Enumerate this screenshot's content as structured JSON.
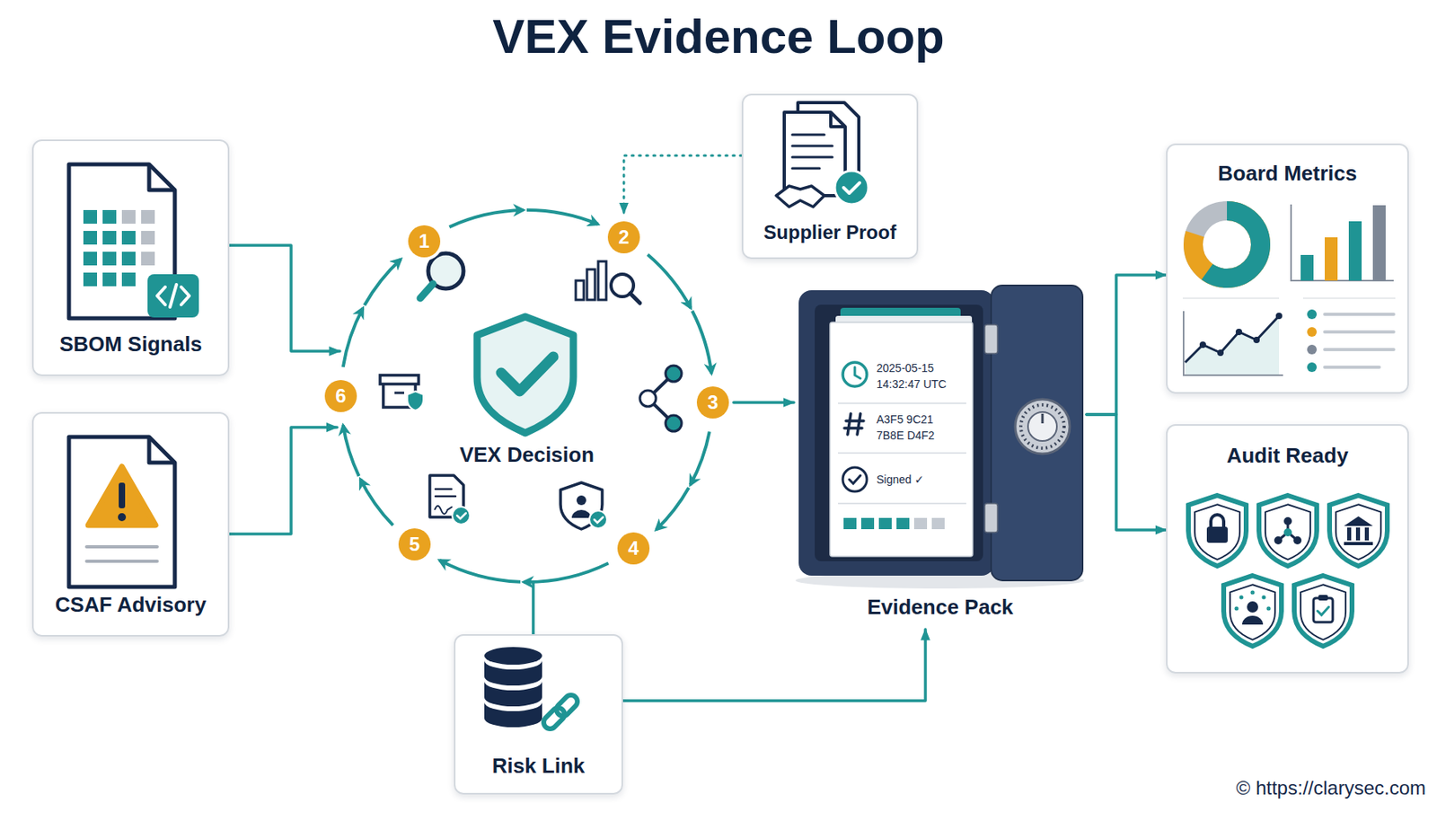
{
  "diagram": {
    "title": "VEX Evidence Loop",
    "nodes": [
      {
        "text": [
          "SBOM Signals"
        ]
      },
      {
        "text": [
          "CSAF Advisory"
        ]
      },
      {
        "text": [
          "VEX Decision"
        ]
      },
      {
        "text": [
          "Supplier Proof"
        ]
      },
      {
        "text": [
          "Risk Link"
        ]
      },
      {
        "text": [
          "Evidence Pack"
        ]
      },
      {
        "text": [
          "Board Metrics"
        ]
      },
      {
        "text": [
          "Audit Ready"
        ]
      }
    ],
    "edges": [
      {
        "from": 0,
        "to": 2,
        "arrow": "to"
      },
      {
        "from": 1,
        "to": 2,
        "arrow": "to"
      },
      {
        "from": 3,
        "to": 2,
        "arrow": "to"
      },
      {
        "from": 2,
        "to": 5,
        "arrow": "to"
      },
      {
        "from": 4,
        "to": 2,
        "arrow": "none"
      },
      {
        "from": 4,
        "to": 5,
        "arrow": "to"
      },
      {
        "from": 5,
        "to": 6,
        "arrow": "to"
      },
      {
        "from": 5,
        "to": 7,
        "arrow": "to"
      }
    ],
    "labels": [
      "1",
      "2",
      "3",
      "4",
      "5",
      "6",
      "2025-05-15",
      "14:32:47 UTC",
      "A3F5 9C21",
      "7B8E D4F2",
      "Signed ✓",
      "© https://clarysec.com"
    ]
  }
}
